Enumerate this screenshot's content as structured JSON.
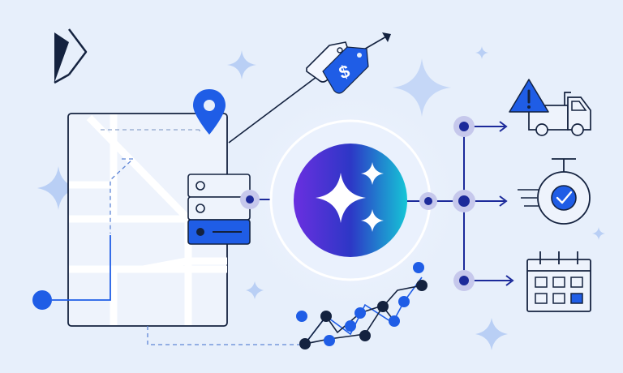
{
  "illustration": {
    "brand_logo_icon": "angular-play-logo",
    "price_tag_icon": "price-tag-with-dollar",
    "price_tag_symbol": "$",
    "location_pin_icon": "map-pin-icon",
    "server_stack_icon": "server-stack-icon",
    "ai_hub_icon": "sparkle-stars-icon",
    "outputs": [
      {
        "name": "delivery-alert",
        "icon": "warning-truck-icon"
      },
      {
        "name": "fast-checkmark",
        "icon": "stopwatch-check-icon"
      },
      {
        "name": "schedule",
        "icon": "calendar-icon"
      }
    ],
    "trend_icon": "network-line-graph-icon"
  },
  "colors": {
    "background": "#e7effb",
    "primary_blue": "#1f5de6",
    "navy_outline": "#14223f",
    "connector_navy": "#1c2a9a",
    "hub_gradient_start": "#6a2fe0",
    "hub_gradient_mid": "#2d37c6",
    "hub_gradient_end": "#16c6d6",
    "soft_sparkle": "#b9cff5"
  }
}
